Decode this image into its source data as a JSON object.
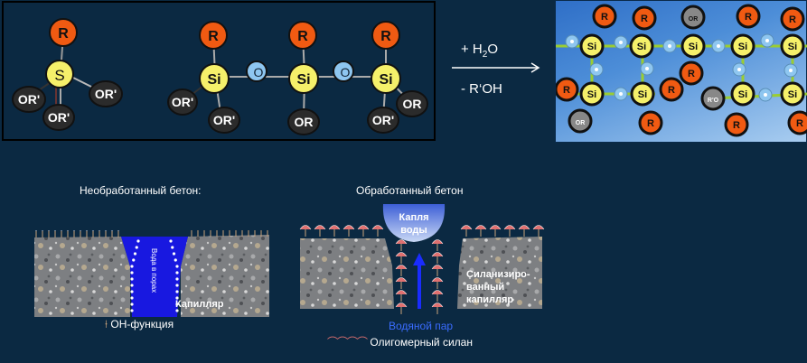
{
  "top_left_molecule": {
    "center_atom": "S",
    "substituent": "R",
    "groups": [
      "OR'",
      "OR'",
      "OR'"
    ]
  },
  "oligomer": {
    "units": [
      {
        "atom": "Si",
        "top": "R",
        "groups": [
          "OR'",
          "OR'"
        ]
      },
      {
        "atom": "Si",
        "top": "R",
        "groups": [
          "OR"
        ]
      },
      {
        "atom": "Si",
        "top": "R",
        "groups": [
          "OR'",
          "OR"
        ]
      }
    ],
    "bridge": "O"
  },
  "reaction": {
    "reagent_prefix": "+ H",
    "reagent_sub": "2",
    "reagent_suffix": "O",
    "byproduct": "- R‘OH"
  },
  "network": {
    "atom": "Si",
    "substituent": "R",
    "bridge": "O",
    "terminal_groups": [
      "OR",
      "R'O",
      "OR"
    ]
  },
  "untreated": {
    "title": "Необработанный бетон:",
    "water_label": "Вода в порах",
    "capillary_label": "Капилляр",
    "legend": "OH-функция"
  },
  "treated": {
    "title": "Обработанный бетон",
    "drop_label_1": "Капля",
    "drop_label_2": "воды",
    "capillary_label_1": "Силанизиро-",
    "capillary_label_2": "ванный",
    "capillary_label_3": "капилляр",
    "vapor_label": "Водяной пар",
    "legend": "Олигомерный силан"
  },
  "colors": {
    "background": "#0b2942",
    "r_atom": "#f05a12",
    "si_atom": "#f5f06a",
    "o_atom": "#8ec6f0",
    "or_atom": "#2b2b2b",
    "water": "#1818e0",
    "vapor": "#3a6cff"
  }
}
